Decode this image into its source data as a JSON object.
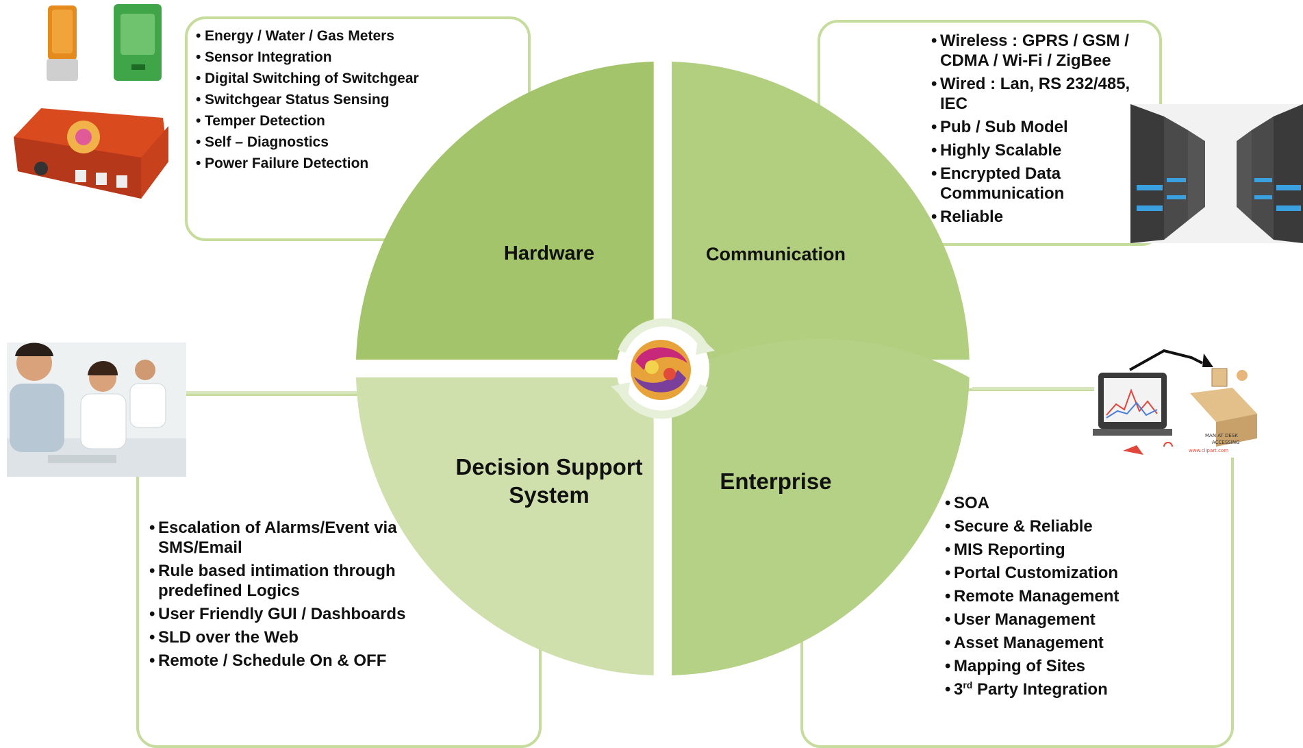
{
  "quadrants": {
    "hardware": {
      "label": "Hardware",
      "color": "#a3c46a"
    },
    "communication": {
      "label": "Communication",
      "color": "#b2cf80"
    },
    "decision_support": {
      "label_line1": "Decision Support",
      "label_line2": "System",
      "color": "#cfe0ad"
    },
    "enterprise": {
      "label": "Enterprise",
      "color": "#b5d185"
    }
  },
  "hardware_features": [
    "Energy / Water / Gas Meters",
    "Sensor Integration",
    "Digital Switching of Switchgear",
    "Switchgear Status Sensing",
    "Temper Detection",
    "Self – Diagnostics",
    "Power Failure Detection"
  ],
  "communication_features": [
    "Wireless : GPRS / GSM / CDMA / Wi-Fi / ZigBee",
    "Wired : Lan, RS 232/485, IEC",
    "Pub / Sub Model",
    "Highly Scalable",
    " Encrypted Data Communication",
    "Reliable"
  ],
  "decision_support_features": [
    "Escalation of Alarms/Event via SMS/Email",
    "Rule based intimation through predefined Logics",
    "User Friendly GUI / Dashboards",
    "SLD over the Web",
    "Remote / Schedule On & OFF"
  ],
  "enterprise_features": [
    "SOA",
    "Secure & Reliable",
    "MIS Reporting",
    "Portal Customization",
    "Remote Management",
    "User Management",
    "Asset Management",
    "Mapping of Sites"
  ],
  "enterprise_third_party": {
    "num": "3",
    "sup": "rd",
    "rest": " Party Integration"
  },
  "illustration_text": {
    "line1": "MAN AT DESK",
    "line2": "ACCESSING",
    "line3": "www.clipart.com"
  },
  "icons": {
    "center": "cycle-logo-icon",
    "hardware": "meter-devices-icon",
    "communication": "server-racks-icon",
    "decision_support": "office-workers-photo",
    "enterprise": "remote-monitoring-icon"
  }
}
